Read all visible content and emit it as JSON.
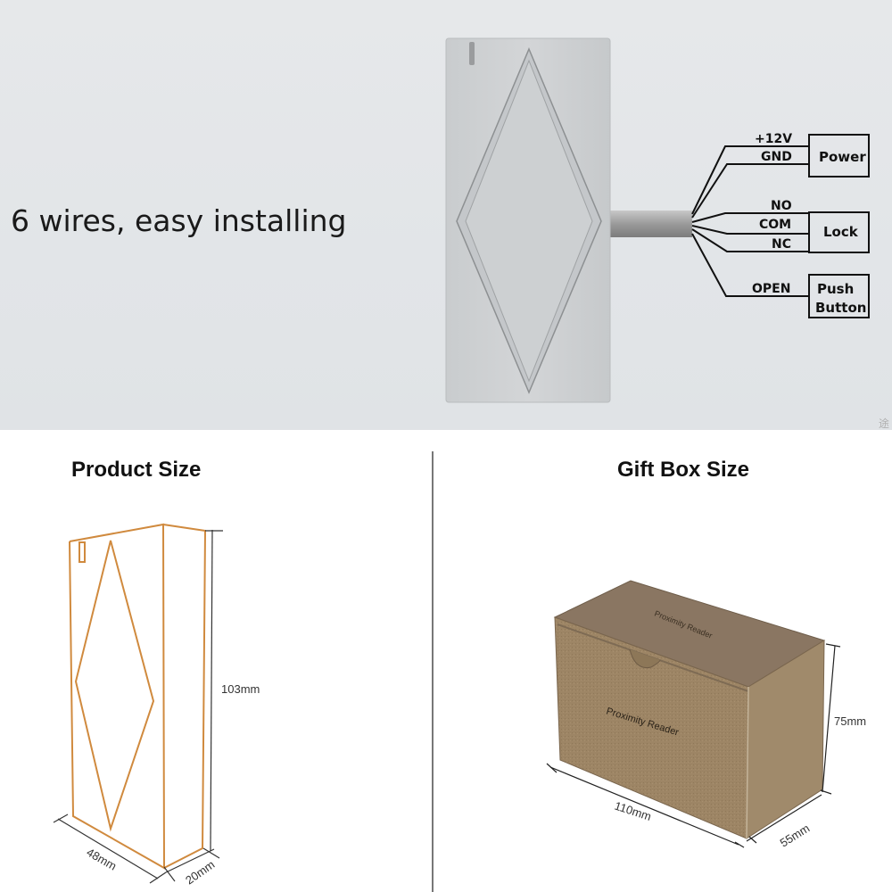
{
  "hero": {
    "tagline": "6 wires, easy installing",
    "watermark": "途"
  },
  "wiring": {
    "wires": [
      {
        "label": "+12V",
        "group": "power"
      },
      {
        "label": "GND",
        "group": "power"
      },
      {
        "label": "NO",
        "group": "lock"
      },
      {
        "label": "COM",
        "group": "lock"
      },
      {
        "label": "NC",
        "group": "lock"
      },
      {
        "label": "OPEN",
        "group": "push_button"
      }
    ],
    "boxes": {
      "power": "Power",
      "lock": "Lock",
      "push_button_line1": "Push",
      "push_button_line2": "Button"
    }
  },
  "product_size": {
    "title": "Product Size",
    "height": "103mm",
    "width": "48mm",
    "depth": "20mm",
    "outline_color": "#d08a3e"
  },
  "gift_box_size": {
    "title": "Gift Box Size",
    "length": "110mm",
    "height": "75mm",
    "depth": "55mm",
    "front_text": "Proximity Reader",
    "top_text": "Proximity Reader",
    "box_color": "#9c8463"
  }
}
